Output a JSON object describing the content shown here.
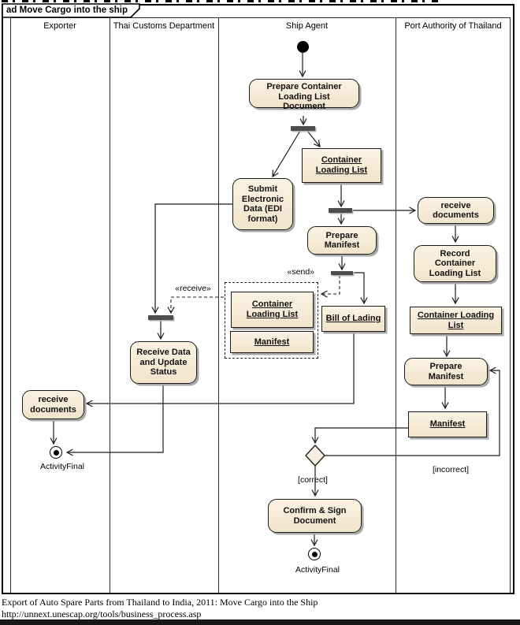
{
  "frame_title": "ad Move Cargo into the ship",
  "lanes": {
    "exporter": "Exporter",
    "thai_customs": "Thai Customs Department",
    "ship_agent": "Ship Agent",
    "port_authority": "Port Authority of Thailand"
  },
  "activities": {
    "prepare_cll_doc": "Prepare Container Loading List Document",
    "submit_edi": "Submit Electronic Data (EDI format)",
    "prepare_manifest_agent": "Prepare Manifest",
    "receive_documents_port": "receive documents",
    "record_cll": "Record Container Loading List",
    "prepare_manifest_port": "Prepare Manifest",
    "receive_data_update": "Receive Data and Update Status",
    "receive_documents_exporter": "receive documents",
    "confirm_sign": "Confirm & Sign Document"
  },
  "objects": {
    "cll_agent": "Container Loading List",
    "cll_sent": "Container Loading List",
    "manifest_sent": "Manifest",
    "bill_of_lading": "Bill of Lading",
    "cll_port": "Container Loading List",
    "manifest_port": "Manifest"
  },
  "labels": {
    "send": "«send»",
    "receive": "«receive»",
    "correct": "[correct]",
    "incorrect": "[incorrect]",
    "activity_final_exporter": "ActivityFinal",
    "activity_final_agent": "ActivityFinal"
  },
  "caption": {
    "line1": "Export of Auto Spare Parts from Thailand to India, 2011: Move Cargo into the Ship",
    "line2": "http://unnext.unescap.org/tools/business_process.asp"
  },
  "colors": {
    "node_fill": "#f6ecd9",
    "node_border": "#1c1c1c",
    "shadow": "#a8a8a8",
    "fork_bar": "#4d4d4d"
  }
}
